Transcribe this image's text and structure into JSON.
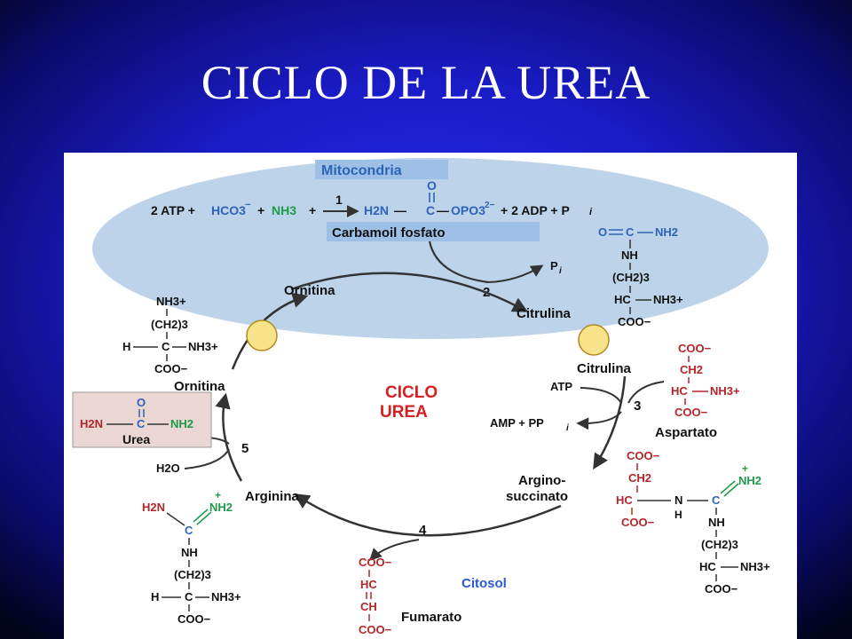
{
  "slide": {
    "title": "CICLO DE LA UREA"
  },
  "colors": {
    "mito": "#bcd3ea",
    "cycle_label": "#d42020",
    "citosol": "#2a5bd0",
    "blue": "#2f63b8",
    "green": "#1f9a4a",
    "red": "#b3262a",
    "transporter": "#f8e28a",
    "urea_box": "#ead6d2"
  },
  "compartments": {
    "mito": "Mitocondria",
    "citosol": "Citosol"
  },
  "center": {
    "line1": "CICLO",
    "line2": "UREA"
  },
  "steps": [
    "1",
    "2",
    "3",
    "4",
    "5"
  ],
  "reaction1": {
    "atp": "2 ATP +",
    "hco3": "HCO3",
    "hco3_charge": "−",
    "plus1": "+",
    "nh3": "NH3",
    "plus2": "+",
    "adp": "+ 2 ADP + P",
    "adp_i": "i"
  },
  "carbamoil": {
    "h2n": "H2N",
    "dash1": "—",
    "c": "C",
    "dash2": "—",
    "o": "O",
    "opo3": "OPO3",
    "opo3_charge": "2−",
    "label": "Carbamoil  fosfato"
  },
  "pi": {
    "p": "P",
    "i": "i"
  },
  "metabolites": {
    "ornitina_mito": "Ornitina",
    "citrulina_mito": "Citrulina",
    "citrulina_cyt": "Citrulina",
    "ornitina_cyt": "Ornitina",
    "aspartato": "Aspartato",
    "argino1": "Argino-",
    "argino2": "succinato",
    "arginina": "Arginina",
    "fumarato": "Fumarato",
    "urea": "Urea"
  },
  "step3": {
    "atp": "ATP",
    "amp": "AMP + PP",
    "amp_i": "i"
  },
  "step5": {
    "h2o": "H2O"
  },
  "chem": {
    "orn_nh3": "NH3+",
    "orn_ch2": "(CH2)3",
    "orn_h": "H",
    "orn_c": "C",
    "orn_nh3b": "NH3+",
    "orn_coo": "COO−",
    "cit_o": "O",
    "cit_c": "C",
    "cit_nh2": "NH2",
    "cit_nh": "NH",
    "cit_ch2": "(CH2)3",
    "cit_hc": "HC",
    "cit_nh3": "NH3+",
    "cit_coo": "COO−",
    "asp_coo1": "COO−",
    "asp_ch2": "CH2",
    "asp_hc": "HC",
    "asp_nh3": "NH3+",
    "asp_coo2": "COO−",
    "urea_h2n": "H2N",
    "urea_c": "C",
    "urea_nh2": "NH2",
    "urea_o": "O",
    "as_coo1": "COO−",
    "as_ch2": "CH2",
    "as_hc": "HC",
    "as_n": "N",
    "as_h": "H",
    "as_c": "C",
    "as_nh2": "NH2",
    "as_plus": "+",
    "as_nh": "NH",
    "as_ch2b": "(CH2)3",
    "as_hc2": "HC",
    "as_nh3": "NH3+",
    "as_coo2": "COO−",
    "as_coo3": "COO−",
    "arg_h2n": "H2N",
    "arg_nh2": "NH2",
    "arg_plus": "+",
    "arg_c": "C",
    "arg_nh": "NH",
    "arg_ch2": "(CH2)3",
    "arg_h": "H",
    "arg_c2": "C",
    "arg_nh3": "NH3+",
    "arg_coo": "COO−",
    "fum_coo1": "COO−",
    "fum_hc": "HC",
    "fum_ch": "CH",
    "fum_coo2": "COO−"
  }
}
